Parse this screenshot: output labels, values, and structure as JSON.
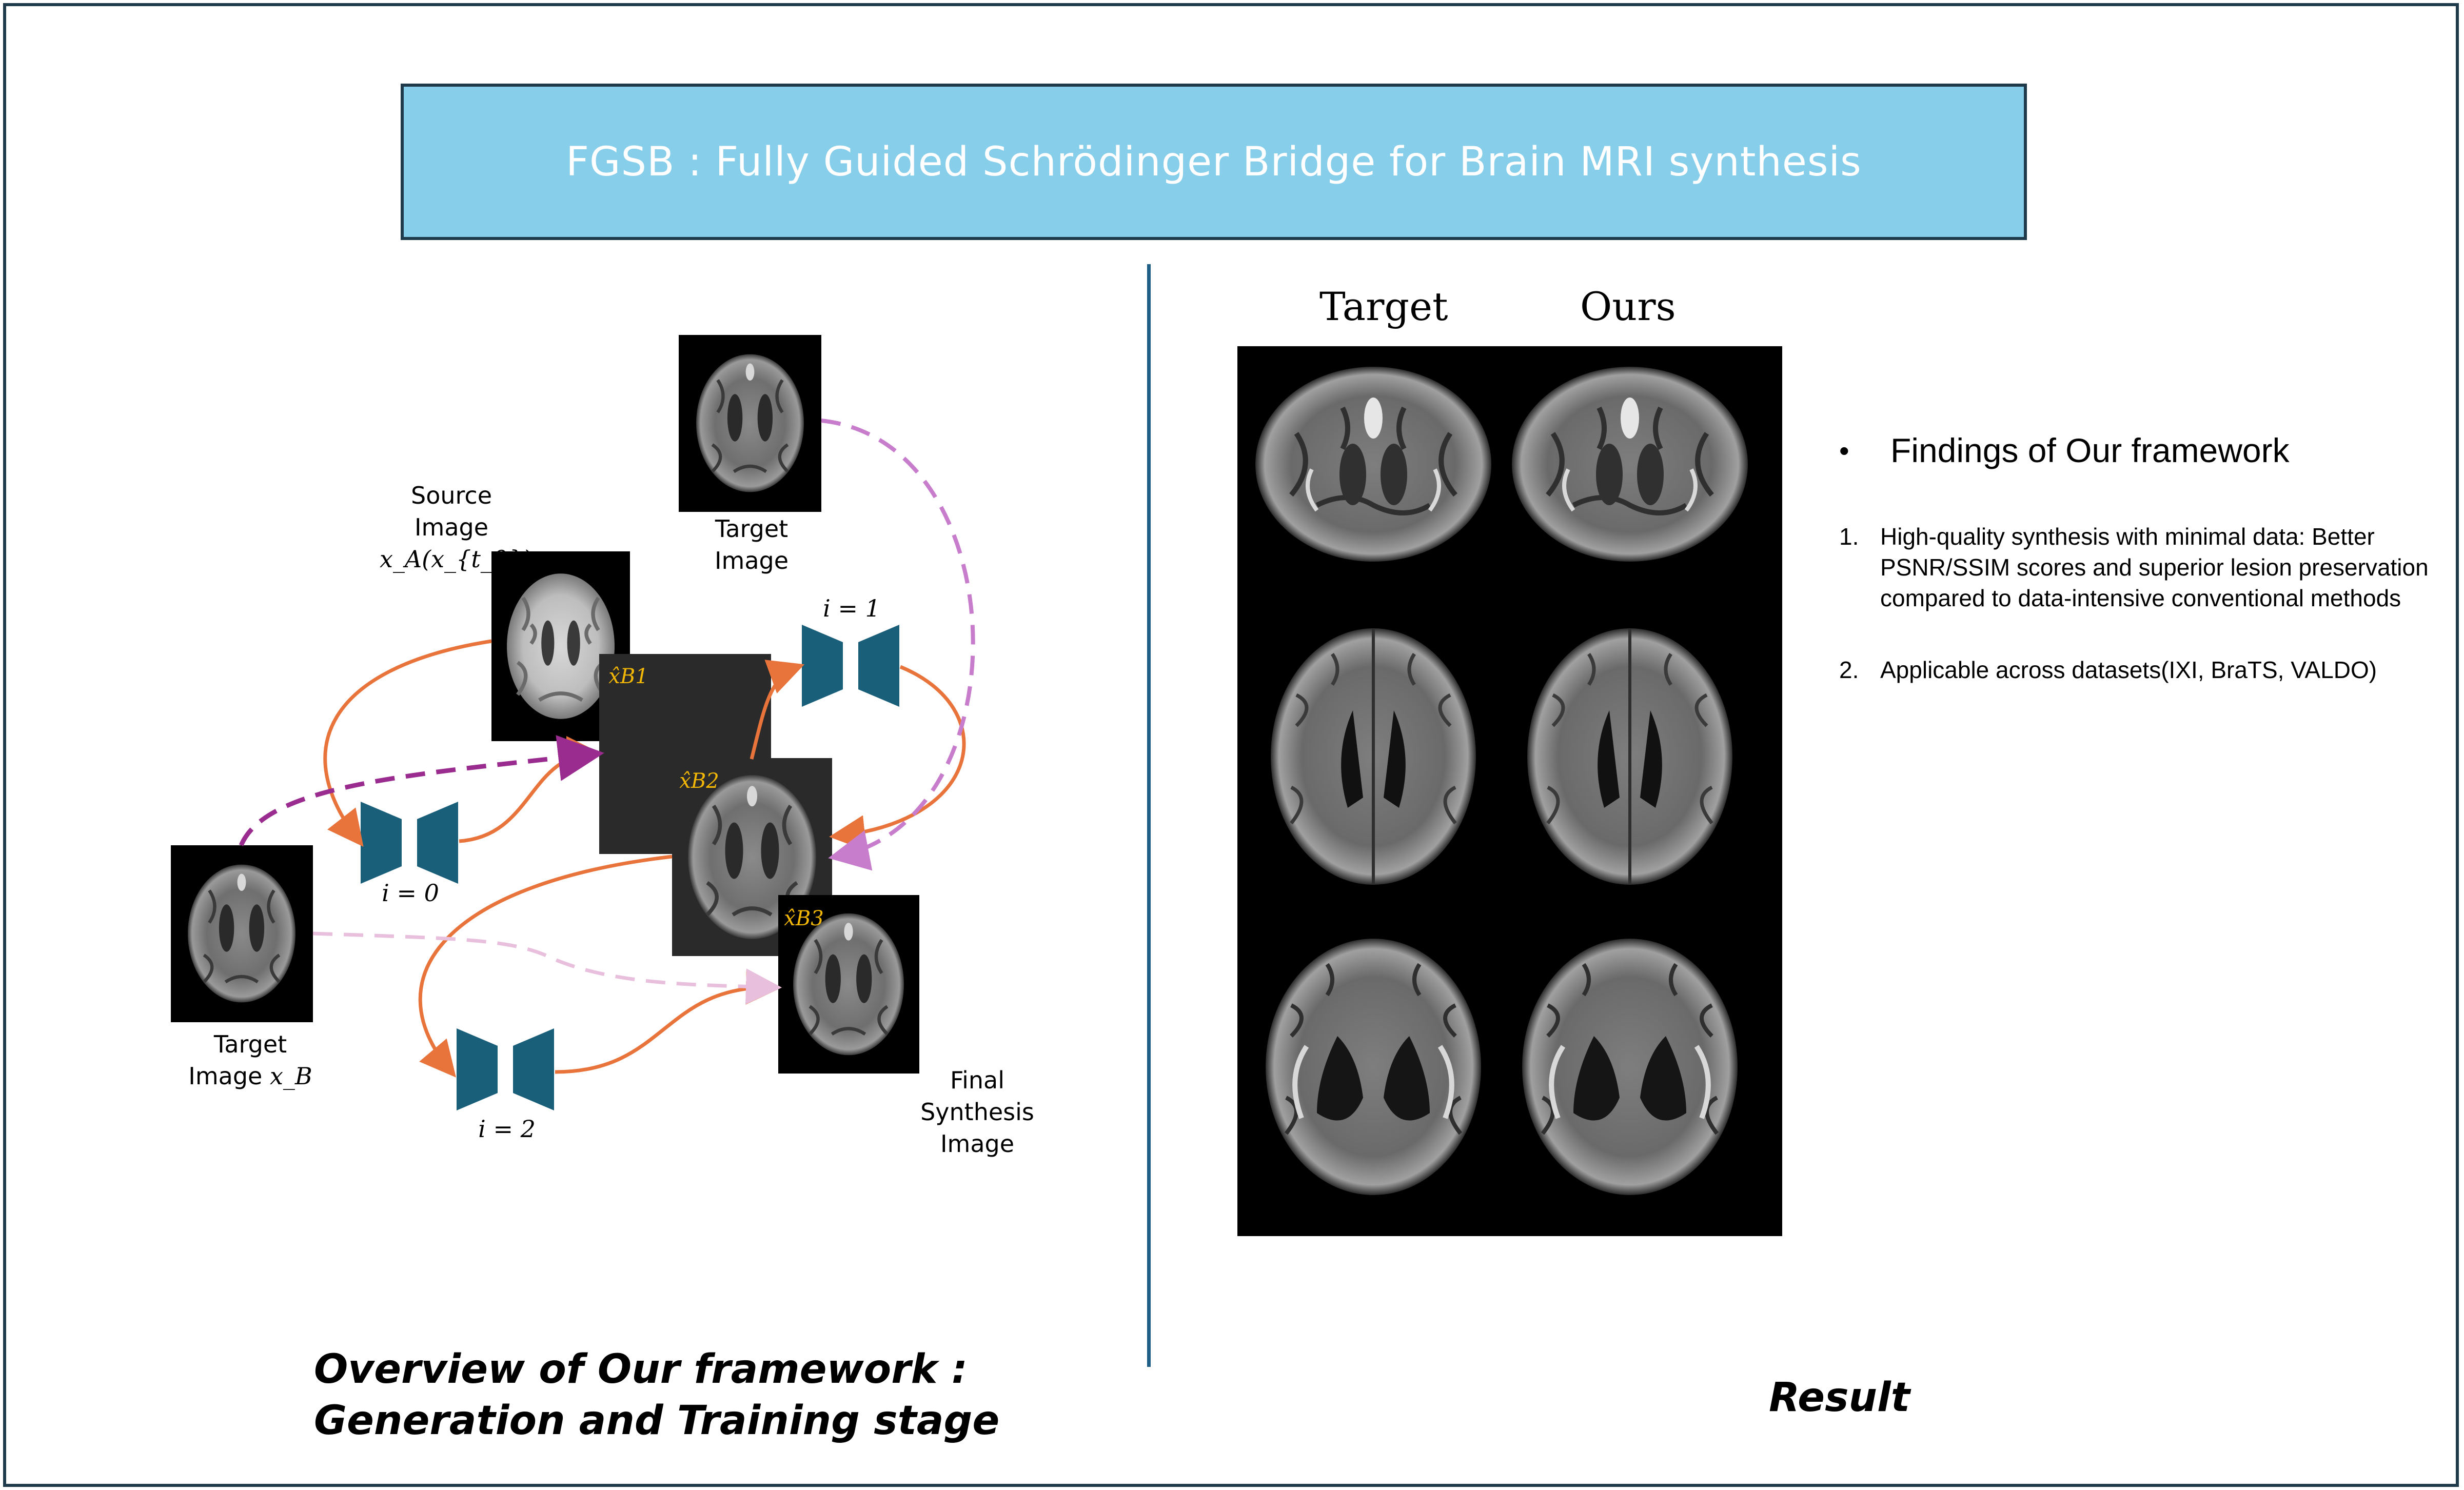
{
  "title": "FGSB : Fully Guided Schrödinger Bridge for Brain MRI synthesis",
  "colors": {
    "banner": "#87ceeb",
    "network": "#1a5f7a",
    "orange_arrow": "#e8743b",
    "dashed_purple": "#c77dcc",
    "dashed_dark_purple": "#9b2c8f",
    "dashed_light_pink": "#e8c0dd",
    "label_gold": "#f2b705"
  },
  "diagram": {
    "source_label_1": "Source",
    "source_label_2": "Image",
    "source_math": "x_A(x_{t_0})",
    "target_top_1": "Target",
    "target_top_2": "Image",
    "target_bottom_1": "Target",
    "target_bottom_2": "Image",
    "target_bottom_math": "x_B",
    "final_1": "Final",
    "final_2": "Synthesis",
    "final_3": "Image",
    "net_i0": "i = 0",
    "net_i1": "i = 1",
    "net_i2": "i = 2",
    "xb1": "x̂B1",
    "xb2": "x̂B2",
    "xb3": "x̂B3"
  },
  "caption_left_1": "Overview of Our framework :",
  "caption_left_2": "Generation and Training stage",
  "caption_right": "Result",
  "result": {
    "col_target": "Target",
    "col_ours": "Ours"
  },
  "findings": {
    "heading": "Findings of Our framework",
    "items": [
      {
        "num": "1.",
        "text": "High-quality synthesis with minimal data: Better PSNR/SSIM scores and superior lesion preservation compared to data-intensive conventional methods"
      },
      {
        "num": "2.",
        "text": "Applicable across datasets(IXI, BraTS, VALDO)"
      }
    ]
  }
}
